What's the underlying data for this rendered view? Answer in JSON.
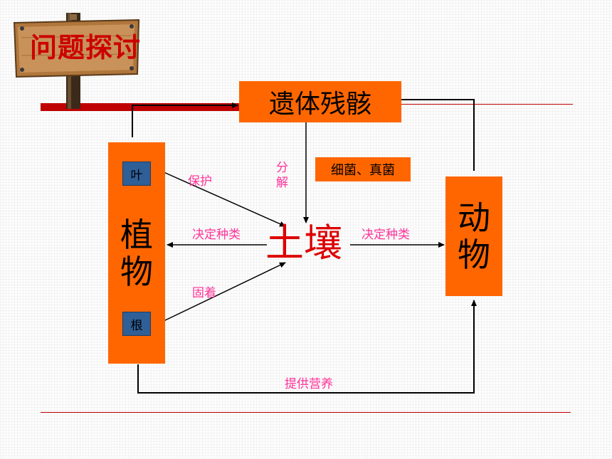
{
  "title": "问题探讨",
  "nodes": {
    "remains": "遗体残骸",
    "plant_line1": "植",
    "plant_line2": "物",
    "animal_line1": "动",
    "animal_line2": "物",
    "soil": "土壤",
    "microbes": "细菌、真菌",
    "leaf": "叶",
    "root": "根"
  },
  "labels": {
    "protect": "保护",
    "decompose_1": "分",
    "decompose_2": "解",
    "determine_left": "决定种类",
    "determine_right": "决定种类",
    "anchor": "固着",
    "nutrition": "提供营养"
  },
  "colors": {
    "box": "#ff6600",
    "title_text": "#cc0000",
    "soil_text": "#dd0000",
    "label_text": "#ff3399",
    "blue_box": "#2f5f97",
    "rule_line": "#c00000"
  },
  "icons": [
    "wooden-signpost-icon"
  ]
}
